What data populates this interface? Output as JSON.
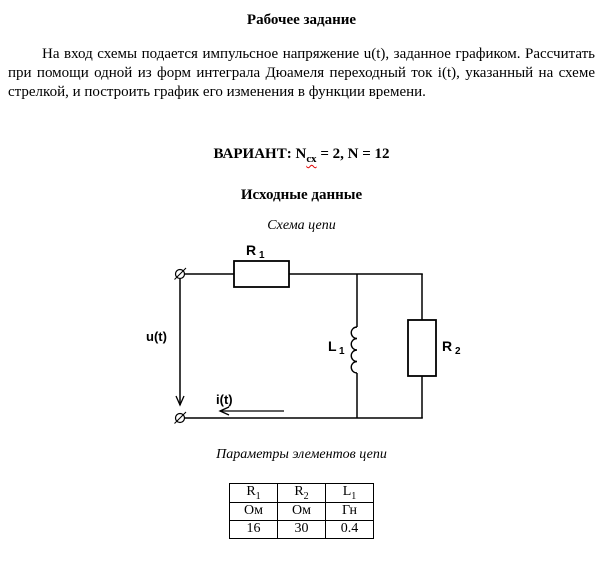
{
  "doc": {
    "title": "Рабочее задание",
    "paragraph": "На вход схемы подается импульсное напряжение u(t), заданное графиком. Рассчитать при помощи одной из форм интеграла Дюамеля переходный ток i(t), указанный на схеме стрелкой, и построить график его изменения в функции времени.",
    "variant": {
      "label": "ВАРИАНТ: N",
      "sub": "сх",
      "rest": " = 2, N = 12"
    },
    "section_heading": "Исходные данные",
    "schema_caption": "Схема цепи",
    "params_caption": "Параметры элементов цепи"
  },
  "circuit": {
    "r1_base": "R",
    "r1_sub": "1",
    "r2_base": "R",
    "r2_sub": "2",
    "l1_base": "L",
    "l1_sub": "1",
    "u_label": "u(t)",
    "i_label": "i(t)"
  },
  "table": {
    "headers": [
      {
        "base": "R",
        "sub": "1"
      },
      {
        "base": "R",
        "sub": "2"
      },
      {
        "base": "L",
        "sub": "1"
      }
    ],
    "units": [
      "Ом",
      "Ом",
      "Гн"
    ],
    "values": [
      "16",
      "30",
      "0.4"
    ]
  }
}
